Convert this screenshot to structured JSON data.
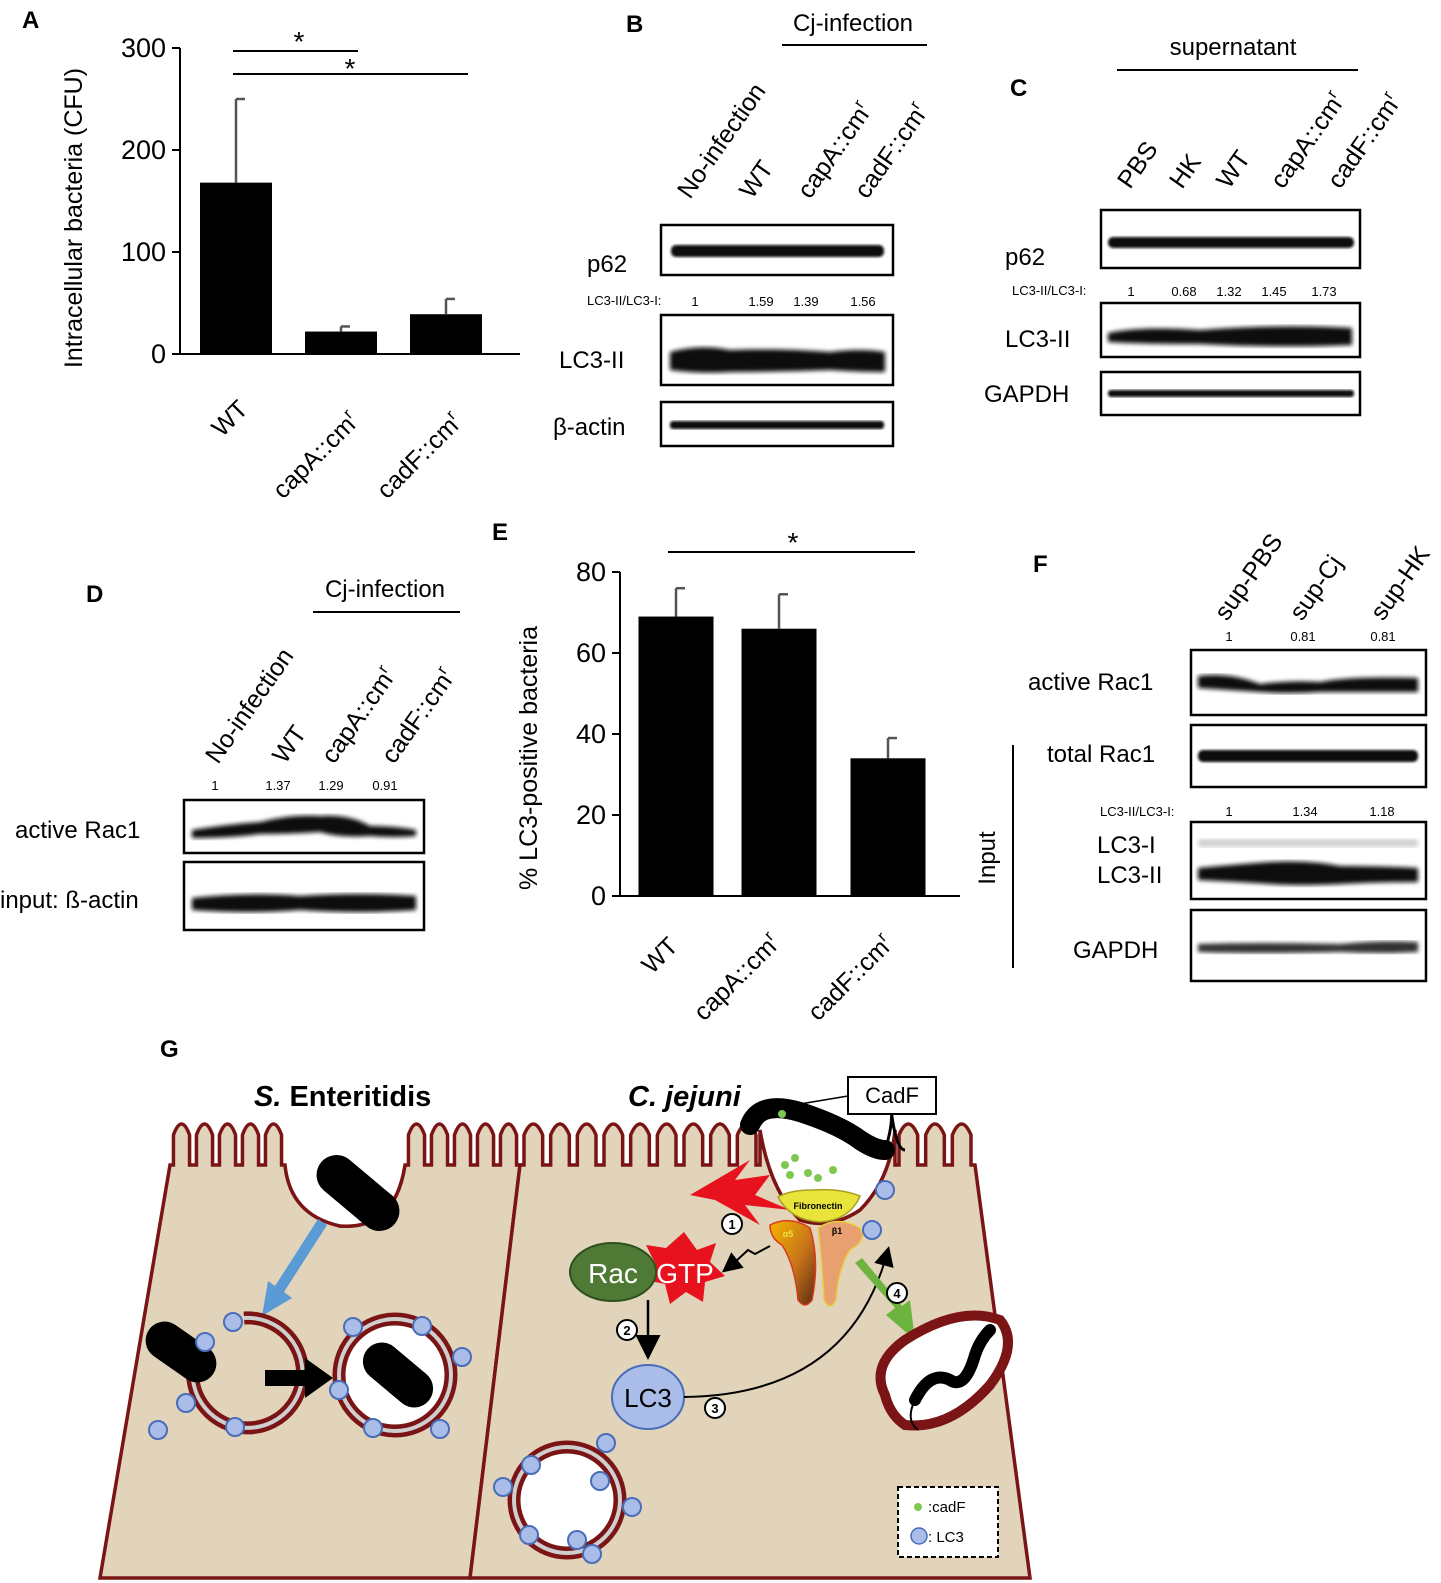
{
  "panels": {
    "A": {
      "letter": "A",
      "chart_data": {
        "type": "bar",
        "categories": [
          "WT",
          "capA::cm",
          "cadF::cm"
        ],
        "superscripts": [
          "",
          "r",
          "r"
        ],
        "values": [
          168,
          22,
          39
        ],
        "errors": [
          82,
          5,
          15
        ],
        "ylabel": "Intracellular bacteria (CFU)",
        "ylim": [
          0,
          300
        ],
        "yticks": [
          "0",
          "100",
          "200",
          "300"
        ],
        "significance": [
          "*",
          "*"
        ]
      }
    },
    "B": {
      "letter": "B",
      "group_label": "Cj-infection",
      "lanes": [
        "No-infection",
        "WT",
        "capA::cm",
        "cadF::cm"
      ],
      "lane_superscripts": [
        "",
        "",
        "r",
        "r"
      ],
      "ratio_label": "LC3-II/LC3-I:",
      "ratios": [
        "1",
        "1.59",
        "1.39",
        "1.56"
      ],
      "blots": [
        "p62",
        "LC3-II",
        "β-actin"
      ]
    },
    "C": {
      "letter": "C",
      "group_label": "supernatant",
      "lanes": [
        "PBS",
        "HK",
        "WT",
        "capA::cm",
        "cadF::cm"
      ],
      "lane_superscripts": [
        "",
        "",
        "",
        "r",
        "r"
      ],
      "ratio_label": "LC3-II/LC3-I:",
      "ratios": [
        "1",
        "0.68",
        "1.32",
        "1.45",
        "1.73"
      ],
      "blots": [
        "p62",
        "LC3-II",
        "GAPDH"
      ]
    },
    "D": {
      "letter": "D",
      "group_label": "Cj-infection",
      "lanes": [
        "No-infection",
        "WT",
        "capA::cm",
        "cadF::cm"
      ],
      "lane_superscripts": [
        "",
        "",
        "r",
        "r"
      ],
      "ratios": [
        "1",
        "1.37",
        "1.29",
        "0.91"
      ],
      "blots": [
        "active Rac1",
        "input: ß-actin"
      ]
    },
    "E": {
      "letter": "E",
      "chart_data": {
        "type": "bar",
        "categories": [
          "WT",
          "capA::cm",
          "cadF::cm"
        ],
        "superscripts": [
          "",
          "r",
          "r"
        ],
        "values": [
          69,
          66,
          34
        ],
        "errors": [
          7,
          8.5,
          5
        ],
        "ylabel": "% LC3-positive bacteria",
        "ylim": [
          0,
          80
        ],
        "yticks": [
          "0",
          "20",
          "40",
          "60",
          "80"
        ],
        "significance": [
          "*"
        ]
      }
    },
    "F": {
      "letter": "F",
      "lanes": [
        "sup-PBS",
        "sup-Cj",
        "sup-HK"
      ],
      "rac_ratios": [
        "1",
        "0.81",
        "0.81"
      ],
      "ratio_label": "LC3-II/LC3-I:",
      "lc3_ratios": [
        "1",
        "1.34",
        "1.18"
      ],
      "blots": [
        "active Rac1",
        "total Rac1",
        "LC3-I",
        "LC3-II",
        "GAPDH"
      ],
      "input_label": "Input"
    },
    "G": {
      "letter": "G",
      "left_title_italic": "S.",
      "left_title_rest": " Enteritidis",
      "right_title": "C. jejuni",
      "cadf_box": "CadF",
      "fibronectin": "Fibronectin",
      "alpha": "α5",
      "beta": "β1",
      "rac": "Rac",
      "gtp": "GTP",
      "lc3": "LC3",
      "steps": [
        "1",
        "2",
        "3",
        "4"
      ],
      "legend": {
        "cadf": ":cadF",
        "lc3": ": LC3"
      }
    }
  },
  "colors": {
    "cell": "#e2d4bb",
    "membrane": "#7b1414",
    "lc3": "#a9bde8",
    "lc3_border": "#4a6db8",
    "rac": "#4f7a35",
    "gtp": "#e8121e",
    "blue_arrow": "#5b9bd5",
    "green_arrow": "#6db33f",
    "fibronectin": "#e8e43a",
    "cadf_dot": "#7ec850"
  }
}
